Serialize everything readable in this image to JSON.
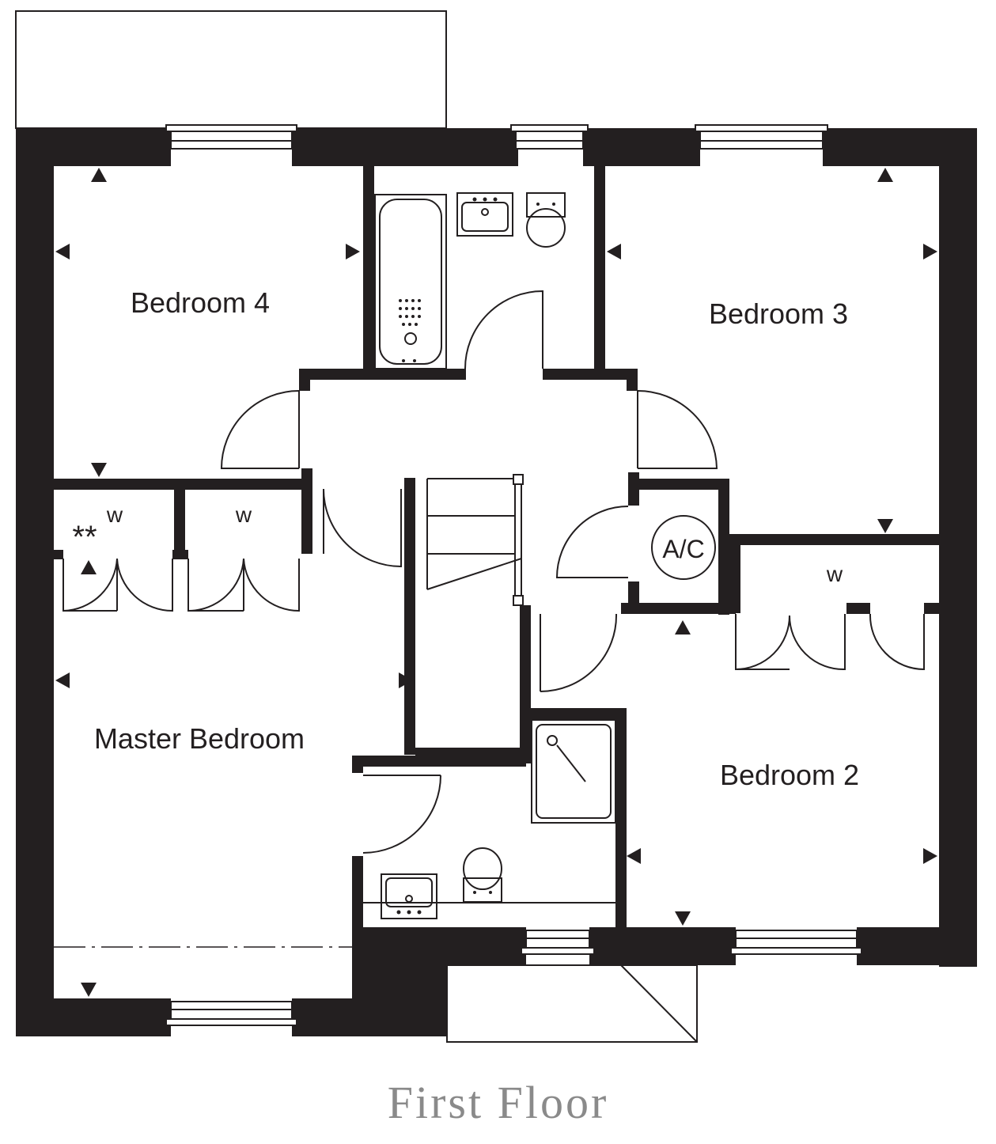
{
  "plan": {
    "caption": "First Floor",
    "rooms": {
      "bedroom4": "Bedroom 4",
      "bedroom3": "Bedroom 3",
      "bedroom2": "Bedroom 2",
      "master": "Master Bedroom"
    },
    "wardrobe_label": "w",
    "airing_cupboard": "A/C",
    "note_marker": "**"
  },
  "colors": {
    "wall": "#231f20",
    "caption": "#8a8a8a"
  }
}
